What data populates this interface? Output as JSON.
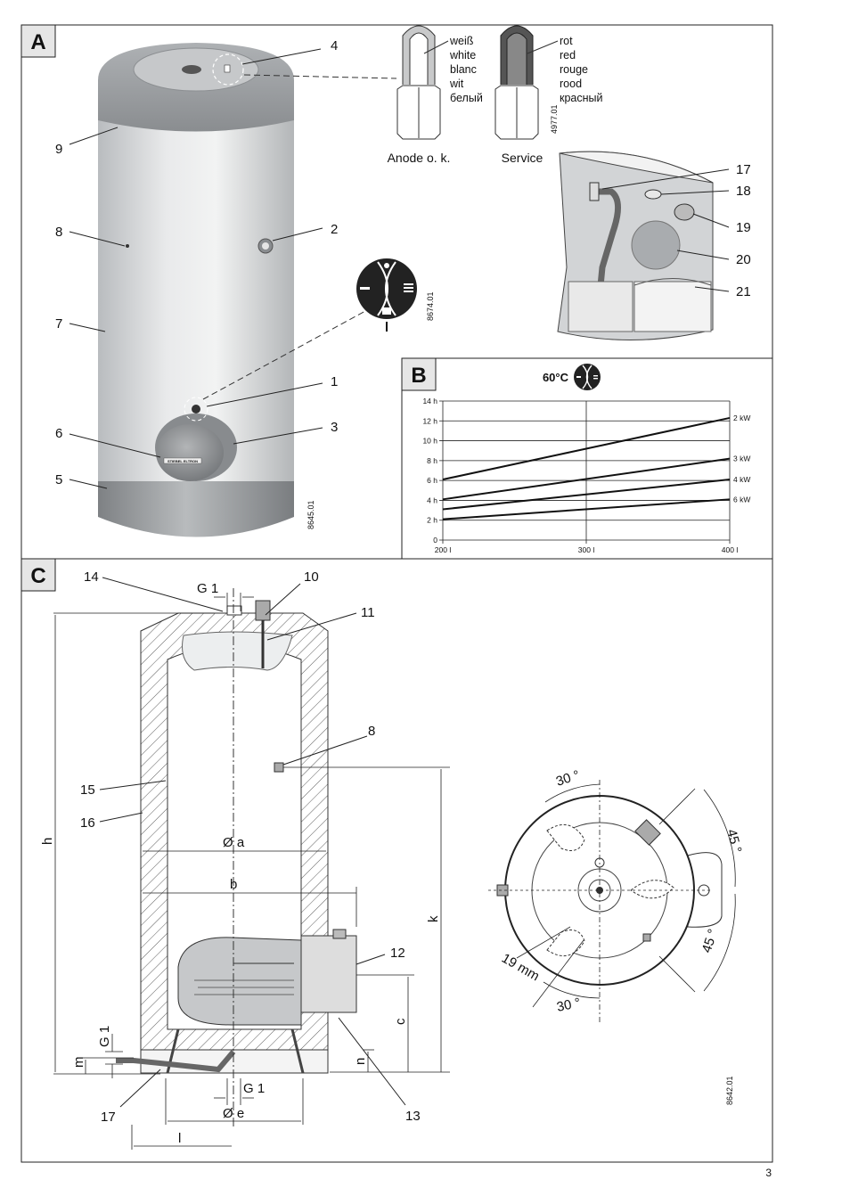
{
  "page_number": "3",
  "panels": {
    "A": {
      "label": "A",
      "callouts": [
        "1",
        "2",
        "3",
        "4",
        "5",
        "6",
        "7",
        "8",
        "9",
        "17",
        "18",
        "19",
        "20",
        "21"
      ],
      "anode_white": {
        "colors": [
          "weiß",
          "white",
          "blanc",
          "wit",
          "белый"
        ],
        "caption": "Anode o. k."
      },
      "anode_red": {
        "colors": [
          "rot",
          "red",
          "rouge",
          "rood",
          "красный"
        ],
        "caption": "Service"
      },
      "brand_plate": "STIEBEL ELTRON",
      "drawing_codes": [
        "8645.01",
        "8674.01",
        "4977.01"
      ],
      "knob_position_mark": "I"
    },
    "B": {
      "label": "B",
      "temperature": "60°C",
      "drawing_code": ""
    },
    "C": {
      "label": "C",
      "callouts": [
        "8",
        "10",
        "11",
        "12",
        "13",
        "14",
        "15",
        "16",
        "17"
      ],
      "dimensions": {
        "g1_top": "G 1",
        "g1_side": "G 1",
        "g1_bottom": "G 1",
        "diameter_a": "Ø a",
        "b": "b",
        "h": "h",
        "k": "k",
        "c": "c",
        "m": "m",
        "n": "n",
        "diameter_e": "Ø e",
        "l": "l"
      },
      "angles": [
        "30 °",
        "45 °",
        "45 °",
        "30 °"
      ],
      "distance": "19 mm",
      "drawing_code": "8642.01"
    }
  },
  "chart_data": {
    "type": "line",
    "title": "60°C",
    "xlabel": "",
    "ylabel": "",
    "x_ticks": [
      "200 l",
      "300 l",
      "400 l"
    ],
    "y_ticks": [
      "0",
      "2 h",
      "4 h",
      "6 h",
      "8 h",
      "10 h",
      "12 h",
      "14 h"
    ],
    "xlim": [
      200,
      400
    ],
    "ylim": [
      0,
      14
    ],
    "grid": true,
    "series": [
      {
        "name": "2 kW",
        "x": [
          200,
          400
        ],
        "values": [
          6.1,
          12.3
        ]
      },
      {
        "name": "3 kW",
        "x": [
          200,
          400
        ],
        "values": [
          4.1,
          8.2
        ]
      },
      {
        "name": "4 kW",
        "x": [
          200,
          400
        ],
        "values": [
          3.1,
          6.1
        ]
      },
      {
        "name": "6 kW",
        "x": [
          200,
          400
        ],
        "values": [
          2.1,
          4.1
        ]
      }
    ]
  }
}
